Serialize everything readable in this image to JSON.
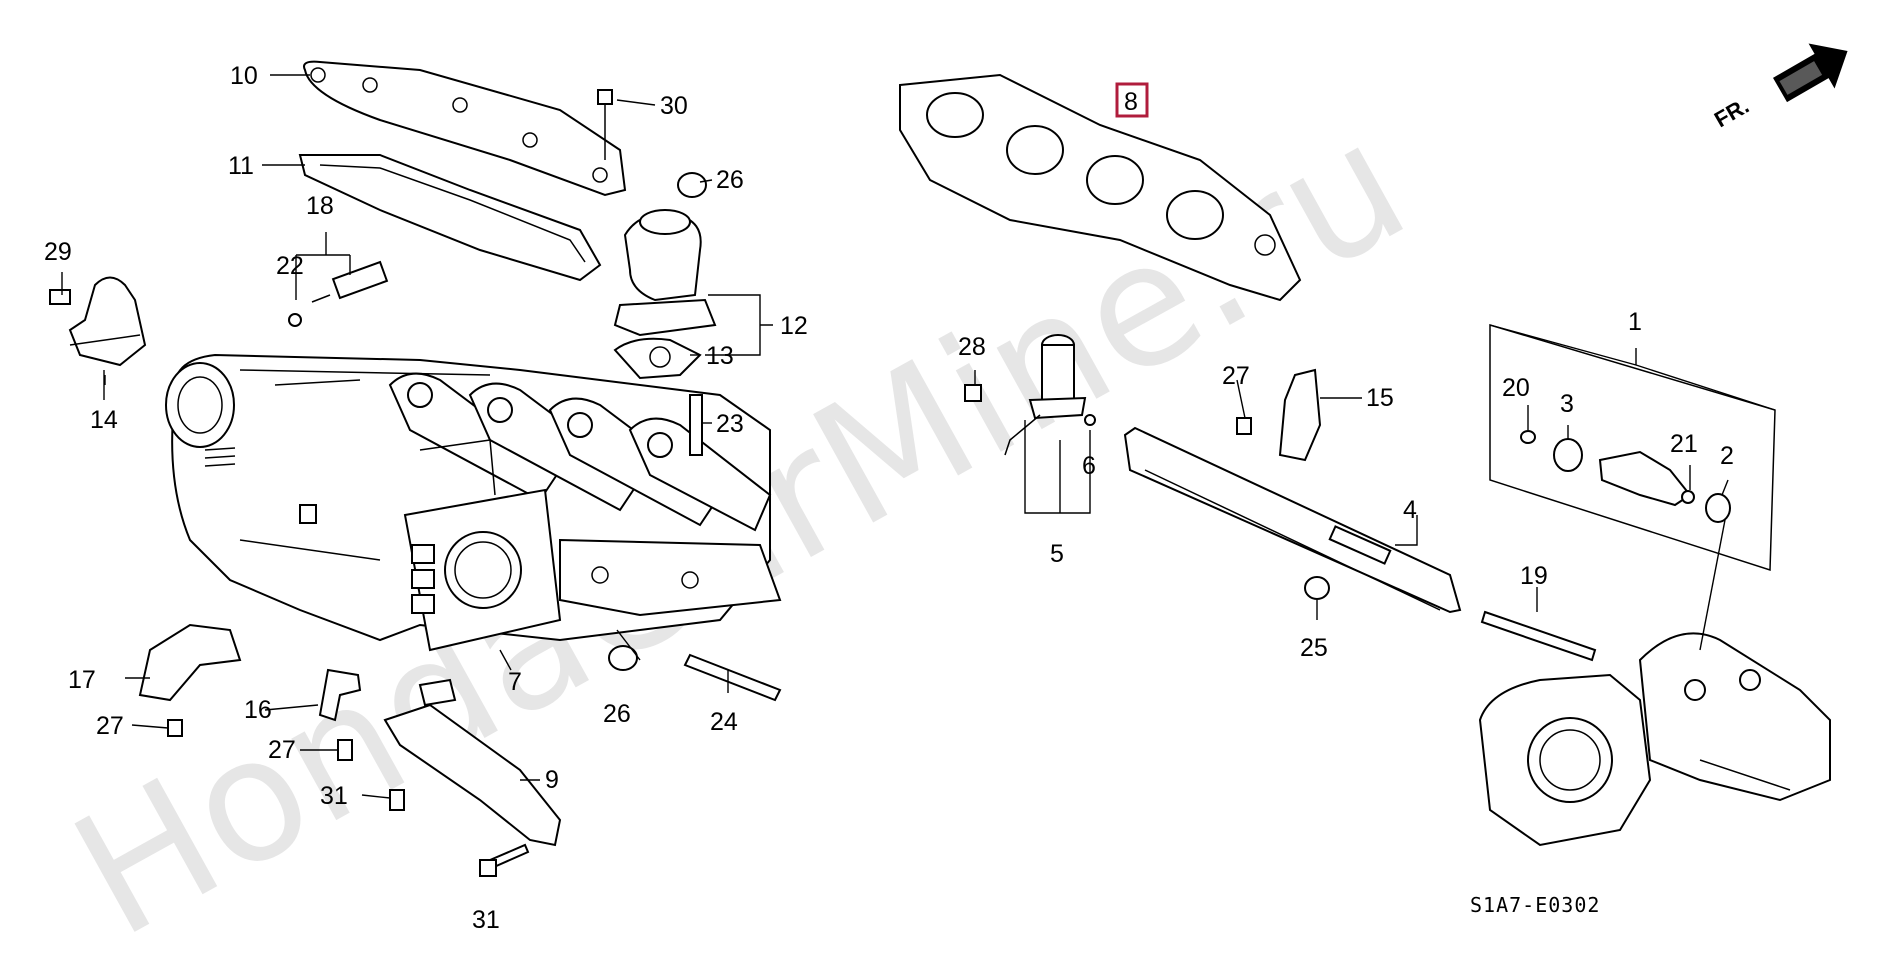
{
  "watermark": "HondaCarMine.ru",
  "diagram_code": "S1A7-E0302",
  "direction_label": "FR.",
  "highlighted_part": "8",
  "callouts": {
    "p1": "1",
    "p2": "2",
    "p3": "3",
    "p4": "4",
    "p5": "5",
    "p6": "6",
    "p7": "7",
    "p8": "8",
    "p9": "9",
    "p10": "10",
    "p11": "11",
    "p12": "12",
    "p13": "13",
    "p14": "14",
    "p15": "15",
    "p16": "16",
    "p17": "17",
    "p18": "18",
    "p19": "19",
    "p20": "20",
    "p21": "21",
    "p22": "22",
    "p23": "23",
    "p24": "24",
    "p25a": "25",
    "p26a": "26",
    "p26b": "26",
    "p27a": "27",
    "p27b": "27",
    "p27c": "27",
    "p28": "28",
    "p29": "29",
    "p30": "30",
    "p31a": "31",
    "p31b": "31"
  },
  "colors": {
    "highlight": "#b01c3c",
    "watermark": "#e6e6e6",
    "ink": "#000000"
  }
}
